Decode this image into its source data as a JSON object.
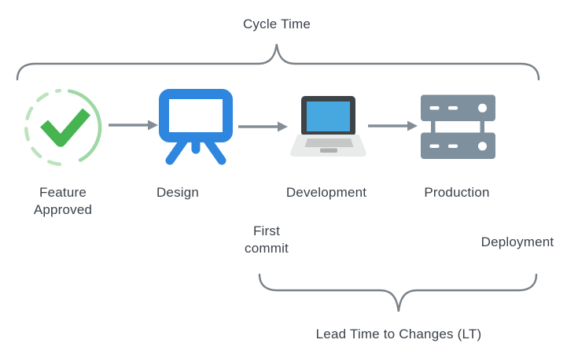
{
  "diagram": {
    "cycle_time_label": "Cycle Time",
    "lead_time_label": "Lead Time to Changes (LT)",
    "stages": [
      {
        "id": "feature-approved",
        "label": "Feature Approved",
        "icon": "check-circle-icon"
      },
      {
        "id": "design",
        "label": "Design",
        "icon": "easel-icon"
      },
      {
        "id": "development",
        "label": "Development",
        "icon": "laptop-icon"
      },
      {
        "id": "production",
        "label": "Production",
        "icon": "server-icon"
      }
    ],
    "milestones": [
      {
        "id": "first-commit",
        "label": "First commit"
      },
      {
        "id": "deployment",
        "label": "Deployment"
      }
    ],
    "colors": {
      "text": "#3A4149",
      "arrow_gray": "#848D96",
      "brace_gray": "#7A8187",
      "check_green": "#46B450",
      "circle_solid_green": "#9FD8A4",
      "circle_dashed_green": "#BCE3BE",
      "design_blue": "#2E86DE",
      "laptop_screen_blue": "#47A8E0",
      "laptop_bezel_dark": "#3E4347",
      "laptop_base_gray": "#E9EAEA",
      "laptop_keyboard_gray": "#C6C7C7",
      "server_gray_blue": "#7E909D"
    }
  }
}
